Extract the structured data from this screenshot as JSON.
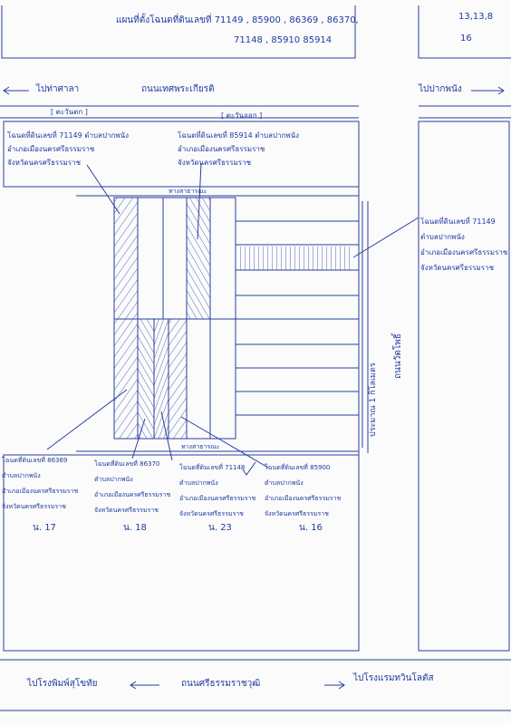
{
  "header": {
    "title_line1": "แผนที่ตั้งโฉนดที่ดินเลขที่  71149 , 85900 , 86369 , 86370,",
    "title_line2": "71148 , 85910  85914",
    "ref_line1": "13,13,8",
    "ref_line2": "16"
  },
  "roads": {
    "top_left_direction": "ไปท่าศาลา",
    "top_road": "ถนนเทศพระเกียรติ",
    "top_right_direction": "ไปปากพนัง",
    "right_road": "ถนนวัดโพธิ์",
    "distance": "ประมาณ  1  กิโลเมตร",
    "bottom_left_direction": "ไปโรงพิมพ์สุโขทัย",
    "bottom_road": "ถนนศรีธรรมราชวุฒิ",
    "bottom_right_direction": "ไปโรงแรมทวินโลตัส"
  },
  "labels": {
    "west": "[ ตะวันตก ]",
    "east": "[ ตะวันออก ]",
    "alley_top": "ทางสาธารณะ",
    "alley_bottom": "ทางสาธารณะ"
  },
  "parcels": {
    "p71149_left": [
      "โฉนดที่ดินเลขที่  71149  ตำบลปากพนัง",
      "อำเภอเมืองนครศรีธรรมราช",
      "จังหวัดนครศรีธรรมราช"
    ],
    "p85914": [
      "โฉนดที่ดินเลขที่  85914   ตำบลปากพนัง",
      "อำเภอเมืองนครศรีธรรมราช",
      "จังหวัดนครศรีธรรมราช"
    ],
    "p71149_right": [
      "โฉนดที่ดินเลขที่  71149",
      "ตำบลปากพนัง",
      "อำเภอเมืองนครศรีธรรมราช",
      "จังหวัดนครศรีธรรมราช"
    ],
    "p86369": [
      "โฉนดที่ดินเลขที่ 86369",
      "ตำบลปากพนัง",
      "อำเภอเมืองนครศรีธรรมราช",
      "จังหวัดนครศรีธรรมราช"
    ],
    "p86369_page": "น. 17",
    "p86370": [
      "โฉนดที่ดินเลขที่  86370",
      "ตำบลปากพนัง",
      "อำเภอเมืองนครศรีธรรมราช",
      "จังหวัดนครศรีธรรมราช"
    ],
    "p86370_page": "น. 18",
    "p71148": [
      "โฉนดที่ดินเลขที่ 71148",
      "ตำบลปากพนัง",
      "อำเภอเมืองนครศรีธรรมราช",
      "จังหวัดนครศรีธรรมราช"
    ],
    "p71148_page": "น. 23",
    "p85900": [
      "โฉนดที่ดินเลขที่  85900",
      "ตำบลปากพนัง",
      "อำเภอเมืองนครศรีธรรมราช",
      "จังหวัดนครศรีธรรมราช"
    ],
    "p85900_page": "น. 16"
  }
}
